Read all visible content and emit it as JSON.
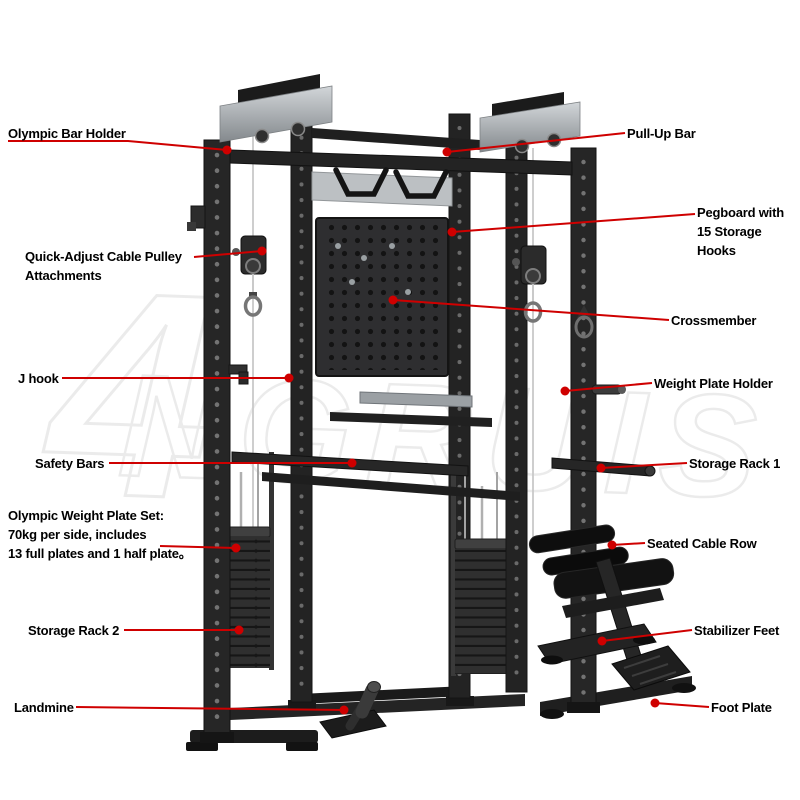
{
  "colors": {
    "accent": "#cf0000",
    "frame": "#232323",
    "top_plate": "#b9bdc0",
    "label_text": "#000000",
    "watermark": "#dcdcdc"
  },
  "watermark": {
    "glyph": "4",
    "text": "NGRUIS"
  },
  "callouts": {
    "left": [
      {
        "id": "olympic-bar-holder",
        "label": "Olympic Bar Holder"
      },
      {
        "id": "quick-adjust-cable-pulley",
        "label": "Quick-Adjust Cable Pulley\nAttachments"
      },
      {
        "id": "j-hook",
        "label": "J hook"
      },
      {
        "id": "safety-bars",
        "label": "Safety Bars"
      },
      {
        "id": "olympic-weight-plate-set",
        "label": "Olympic Weight Plate Set:\n70kg per side, includes\n13 full plates and 1 half plate。"
      },
      {
        "id": "storage-rack-2",
        "label": "Storage Rack 2"
      },
      {
        "id": "landmine",
        "label": "Landmine"
      }
    ],
    "right": [
      {
        "id": "pull-up-bar",
        "label": "Pull-Up Bar"
      },
      {
        "id": "pegboard",
        "label": "Pegboard with\n15 Storage Hooks"
      },
      {
        "id": "crossmember",
        "label": "Crossmember"
      },
      {
        "id": "weight-plate-holder",
        "label": "Weight Plate Holder"
      },
      {
        "id": "storage-rack-1",
        "label": "Storage Rack 1"
      },
      {
        "id": "seated-cable-row",
        "label": "Seated Cable Row"
      },
      {
        "id": "stabilizer-feet",
        "label": "Stabilizer Feet"
      },
      {
        "id": "foot-plate",
        "label": "Foot Plate"
      }
    ]
  }
}
